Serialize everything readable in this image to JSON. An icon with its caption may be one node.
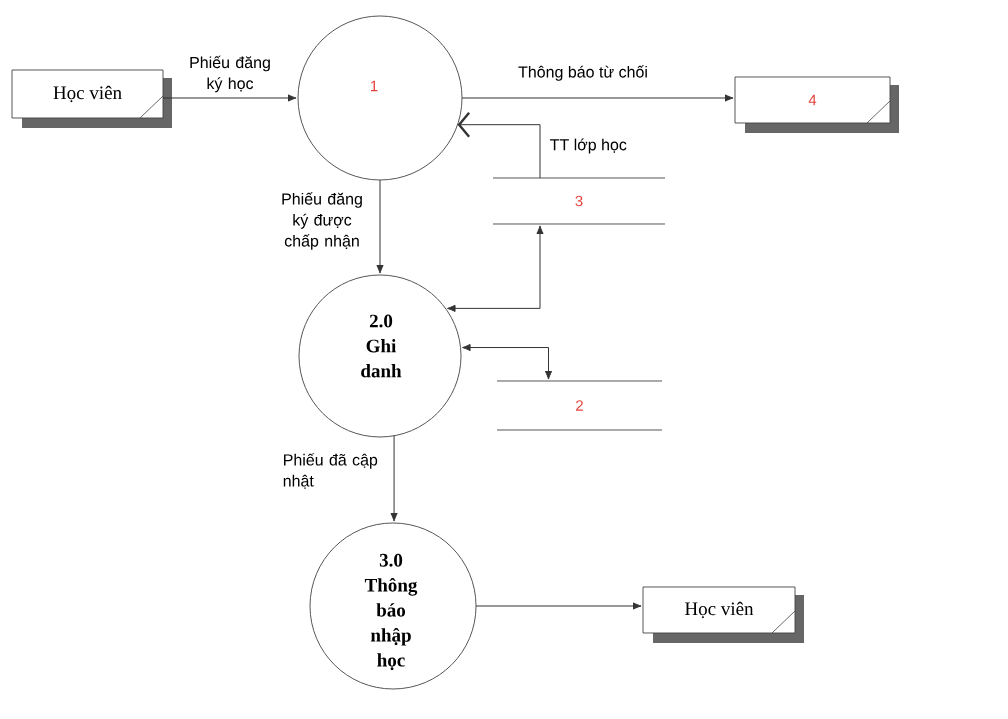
{
  "diagram": {
    "nodes": [
      {
        "text": [
          "Học viên"
        ]
      },
      {
        "text": [
          "1"
        ]
      },
      {
        "text": [
          "4"
        ]
      },
      {
        "text": [
          "3"
        ]
      },
      {
        "text": [
          "2.0",
          "Ghi danh"
        ]
      },
      {
        "text": [
          "2"
        ]
      },
      {
        "text": [
          "3.0",
          "Thông báo nhập học"
        ]
      },
      {
        "text": [
          "Học viên"
        ]
      }
    ],
    "edges": [
      {
        "from": 0,
        "to": 1,
        "arrow": "to",
        "label": "Phiếu đăng ký học"
      },
      {
        "from": 1,
        "to": 2,
        "arrow": "to",
        "label": "Thông báo từ chối"
      },
      {
        "from": 3,
        "to": 1,
        "arrow": "to",
        "label": "TT lớp học"
      },
      {
        "from": 1,
        "to": 4,
        "arrow": "to",
        "label": "Phiếu đăng ký được chấp nhận"
      },
      {
        "from": 4,
        "to": 3,
        "arrow": "both"
      },
      {
        "from": 4,
        "to": 5,
        "arrow": "both"
      },
      {
        "from": 4,
        "to": 6,
        "arrow": "to",
        "label": "Phiếu đã cập nhật"
      },
      {
        "from": 6,
        "to": 7,
        "arrow": "to"
      }
    ]
  }
}
